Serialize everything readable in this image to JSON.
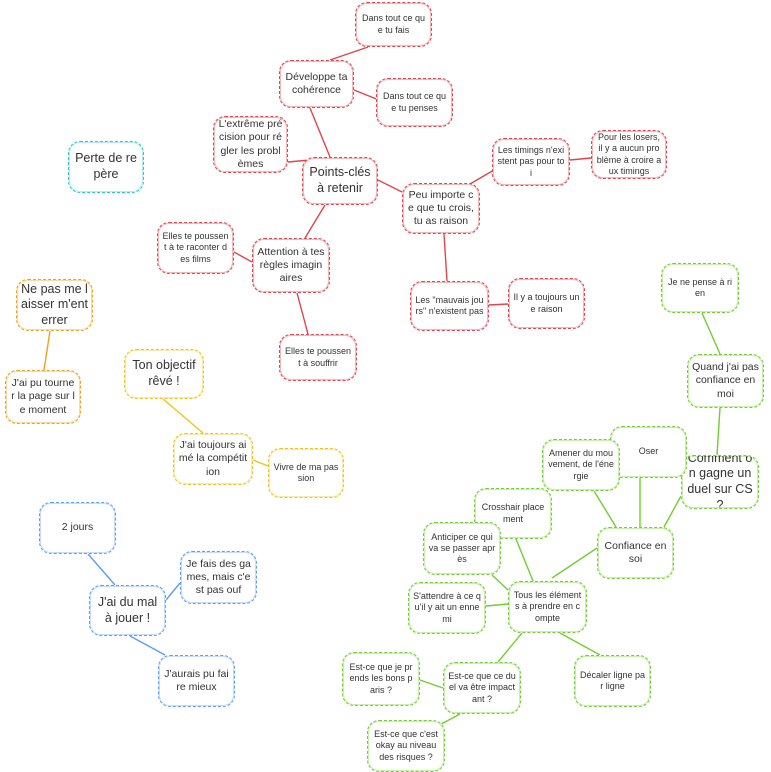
{
  "colors": {
    "red": "#e2434d",
    "green": "#6fcf2f",
    "orange": "#f0a020",
    "yellow": "#f2c21b",
    "blue": "#5b9ef3",
    "cyan": "#26c9c9"
  },
  "nodes": {
    "points_cles": "Points-clés à retenir",
    "developpe": "Développe ta cohérence",
    "dans_tout_fais": "Dans tout ce que tu fais",
    "dans_tout_penses": "Dans tout ce que tu penses",
    "extreme_precision": "L'extrême précision pour régler les problèmes",
    "peu_importe": "Peu importe ce que tu crois, tu as raison",
    "timings": "Les timings n'existent pas pour toi",
    "losers": "Pour les losers, il y a aucun problème à croire aux timings",
    "mauvais_jours": "Les \"mauvais jours\" n'existent pas",
    "toujours_raison": "Il y a toujours une raison",
    "attention": "Attention à tes règles imaginaires",
    "films": "Elles te poussent à te raconter des films",
    "souffrir": "Elles te poussent à souffrir",
    "perte_repere": "Perte de repère",
    "ne_pas_laisser": "Ne pas me laisser m'enterrer",
    "tourner_page": "J'ai pu tourner la page sur le moment",
    "objectif_reve": "Ton objectif rêvé !",
    "aime_competition": "J'ai toujours aimé la compétition",
    "vivre_passion": "Vivre de ma passion",
    "deux_jours": "2 jours",
    "du_mal": "J'ai du mal à jouer !",
    "fais_des_games": "Je fais des games, mais c'est pas ouf",
    "aurais_pu": "J'aurais pu faire mieux",
    "comment_gagne": "Comment on gagne un duel sur CS ?",
    "quand_confiance": "Quand j'ai pas confiance en moi",
    "ne_pense_rien": "Je ne pense à rien",
    "confiance": "Confiance en soi",
    "oser": "Oser",
    "amener_mouvement": "Amener du mouvement, de l'énergie",
    "crosshair": "Crosshair placement",
    "anticiper": "Anticiper ce qui va se passer après",
    "tous_elements": "Tous les éléments à prendre en compte",
    "attendre_ennemi": "S'attendre à ce qu'il y ait un ennemi",
    "decaler_ligne": "Décaler ligne par ligne",
    "duel_impactant": "Est-ce que ce duel va être impactant ?",
    "bons_paris": "Est-ce que je prends les bons paris ?",
    "niveau_risques": "Est-ce que c'est okay au niveau des risques ?"
  }
}
